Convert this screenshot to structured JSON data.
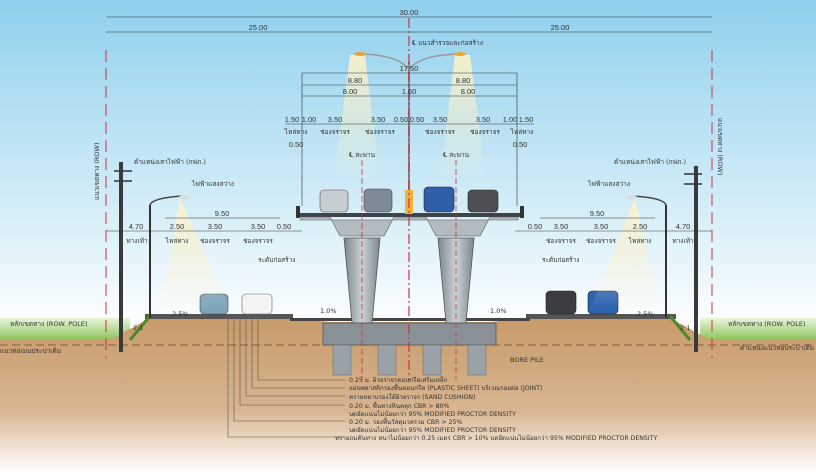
{
  "title": "Cross section — elevated bridge with frontage roads",
  "dimensions": {
    "total_width": "30.00",
    "half_left": "25.00",
    "half_right": "25.00",
    "bridge_total": "17.50",
    "bridge_left_half": "8.80",
    "bridge_right_half": "8.80",
    "bridge_left_road": "8.00",
    "bridge_median": "1.60",
    "bridge_right_road": "8.00",
    "bridge_lanes_left": [
      "1.50",
      "1.00",
      "3.50",
      "3.50",
      "0.50"
    ],
    "bridge_lanes_right": [
      "0.50",
      "3.50",
      "3.50",
      "1.00",
      "1.50"
    ],
    "bridge_edge_left": "0.50",
    "bridge_edge_right": "0.50",
    "frontage_left_road": "9.50",
    "frontage_right_road": "9.50",
    "frontage_left_parts": [
      "4.70",
      "2.50",
      "3.50",
      "3.50",
      "0.50"
    ],
    "frontage_right_parts": [
      "0.50",
      "3.50",
      "3.50",
      "2.50",
      "4.70"
    ]
  },
  "labels": {
    "centerline": "℄ แนวสำรวจและก่อสร้าง",
    "bridge_cl_left": "℄ สะพาน",
    "bridge_cl_right": "℄ สะพาน",
    "shoulder": "ไหล่ทาง",
    "lane": "ช่องจราจร",
    "sidewalk": "ทางเท้า",
    "row_left": "แนวเขตทาง (ROW)",
    "row_right": "แนวเขตทาง (ROW)",
    "power_pole_left": "ตำแหน่งเสาไฟฟ้า (กฟภ.)",
    "power_pole_right": "ตำแหน่งเสาไฟฟ้า (กฟภ.)",
    "street_light_left": "ไฟฟ้าแสงสว่าง",
    "street_light_right": "ไฟฟ้าแสงสว่าง",
    "construction_level_left": "ระดับก่อสร้าง",
    "construction_level_right": "ระดับก่อสร้าง",
    "row_pole_left": "หลักเขตทาง (ROW. POLE)",
    "row_pole_right": "หลักเขตทาง (ROW. POLE)",
    "water_pipe_left": "แนวท่อเมนประปาเดิม",
    "water_pipe_right": "ตำแหน่งแนวท่อประปาเดิม",
    "bore_pile": "BORE PILE",
    "slope_left": "2.5%",
    "slope_right": "2.5%",
    "slope_inner_left": "1.0%",
    "slope_inner_right": "1.0%",
    "side_slope_left": "2:1",
    "side_slope_right": "2:1"
  },
  "pavement_notes": [
    "0.25 ม. ผิวจราจรคอนกรีตเสริมเหล็ก",
    "แผ่นพลาสติกรองพื้นคอนกรีต (PLASTIC SHEET) บริเวณรอยต่อ (JOINT)",
    "ทรายหยาบรองใต้ผิวจราจร (SAND CUSHION)",
    "0.20 ม. พื้นทางหินคลุก CBR > 80%",
    "บดอัดแน่นไม่น้อยกว่า 95% MODIFIED PROCTOR DENSITY",
    "0.20 ม. รองพื้นวัสดุมวลรวม CBR > 25%",
    "บดอัดแน่นไม่น้อยกว่า 95% MODIFIED PROCTOR DENSITY",
    "ทรายถมคันทาง หนาไม่น้อยกว่า 0.25 เมตร CBR > 10% บดอัดแน่นไม่น้อยกว่า 95% MODIFIED PROCTOR DENSITY"
  ],
  "colors": {
    "sky_top": "#8fd0ee",
    "sky_bottom": "#ffffff",
    "soil": "#b88a5c",
    "concrete": "#8e969c",
    "centerline": "#d03040",
    "grass": "#7dbb4a"
  }
}
